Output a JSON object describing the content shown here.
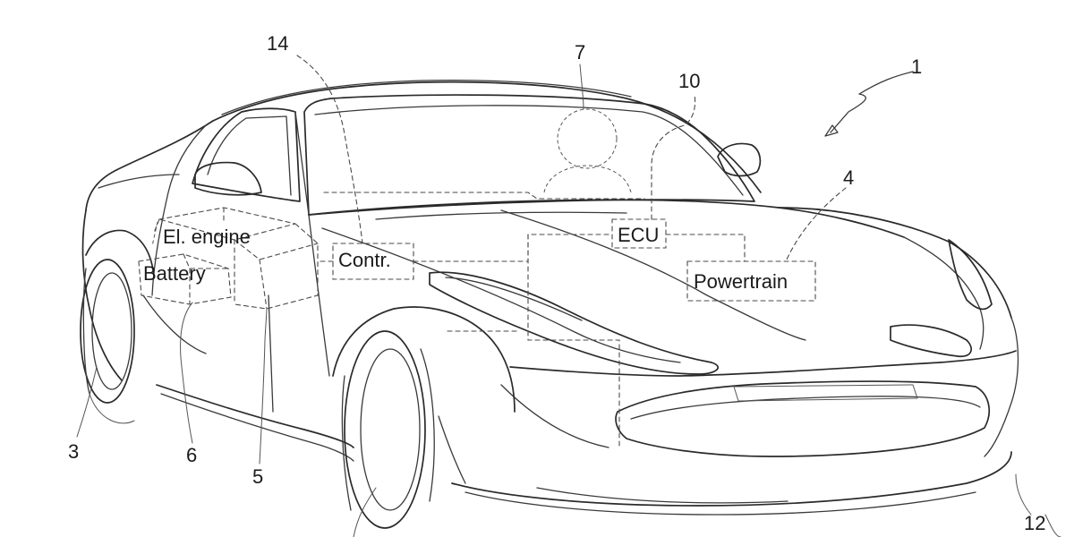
{
  "figure": {
    "reference_numerals": {
      "vehicle": "1",
      "wheel_rear": "3",
      "powertrain": "4",
      "el_engine_unit": "5",
      "battery_unit": "6",
      "driver": "7",
      "ecu": "10",
      "bumper": "12",
      "controller": "14"
    },
    "component_boxes": {
      "el_engine": "El. engine",
      "battery": "Battery",
      "controller": "Contr.",
      "ecu": "ECU",
      "powertrain": "Powertrain"
    }
  }
}
